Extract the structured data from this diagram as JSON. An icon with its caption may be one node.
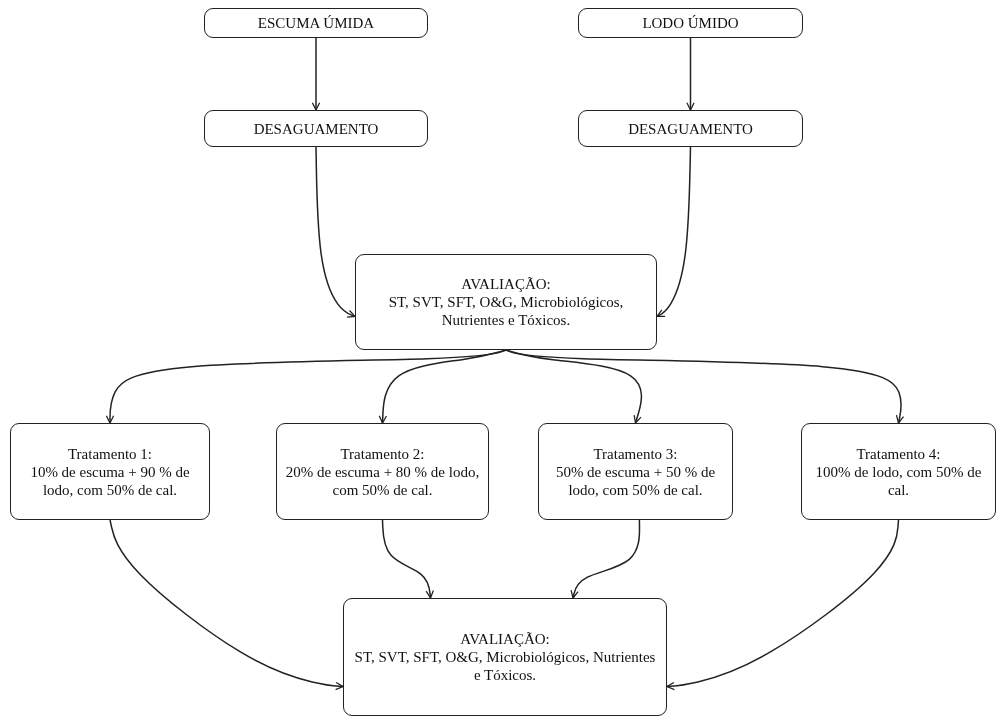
{
  "diagram": {
    "nodes": [
      {
        "text": [
          "ESCUMA ÚMIDA"
        ]
      },
      {
        "text": [
          "LODO ÚMIDO"
        ]
      },
      {
        "text": [
          "DESAGUAMENTO"
        ]
      },
      {
        "text": [
          "DESAGUAMENTO"
        ]
      },
      {
        "text": [
          "AVALIAÇÃO:",
          "ST, SVT, SFT, O&G, Microbiológicos, Nutrientes e Tóxicos."
        ]
      },
      {
        "text": [
          "Tratamento 1:",
          "10% de escuma + 90 % de lodo, com 50% de cal."
        ]
      },
      {
        "text": [
          "Tratamento 2:",
          "20% de escuma + 80 % de lodo, com 50% de cal."
        ]
      },
      {
        "text": [
          "Tratamento 3:",
          "50% de escuma + 50 % de lodo, com 50% de cal."
        ]
      },
      {
        "text": [
          "Tratamento 4:",
          "100% de lodo, com 50% de cal."
        ]
      },
      {
        "text": [
          "AVALIAÇÃO:",
          "ST, SVT, SFT, O&G, Microbiológicos, Nutrientes e Tóxicos."
        ]
      }
    ],
    "edges": [
      {
        "from": 0,
        "to": 2,
        "arrow": "to"
      },
      {
        "from": 1,
        "to": 3,
        "arrow": "to"
      },
      {
        "from": 2,
        "to": 4,
        "arrow": "to"
      },
      {
        "from": 3,
        "to": 4,
        "arrow": "to"
      },
      {
        "from": 4,
        "to": 5,
        "arrow": "to"
      },
      {
        "from": 4,
        "to": 6,
        "arrow": "to"
      },
      {
        "from": 4,
        "to": 7,
        "arrow": "to"
      },
      {
        "from": 4,
        "to": 8,
        "arrow": "to"
      },
      {
        "from": 5,
        "to": 9,
        "arrow": "to"
      },
      {
        "from": 6,
        "to": 9,
        "arrow": "to"
      },
      {
        "from": 7,
        "to": 9,
        "arrow": "to"
      },
      {
        "from": 8,
        "to": 9,
        "arrow": "to"
      }
    ]
  }
}
